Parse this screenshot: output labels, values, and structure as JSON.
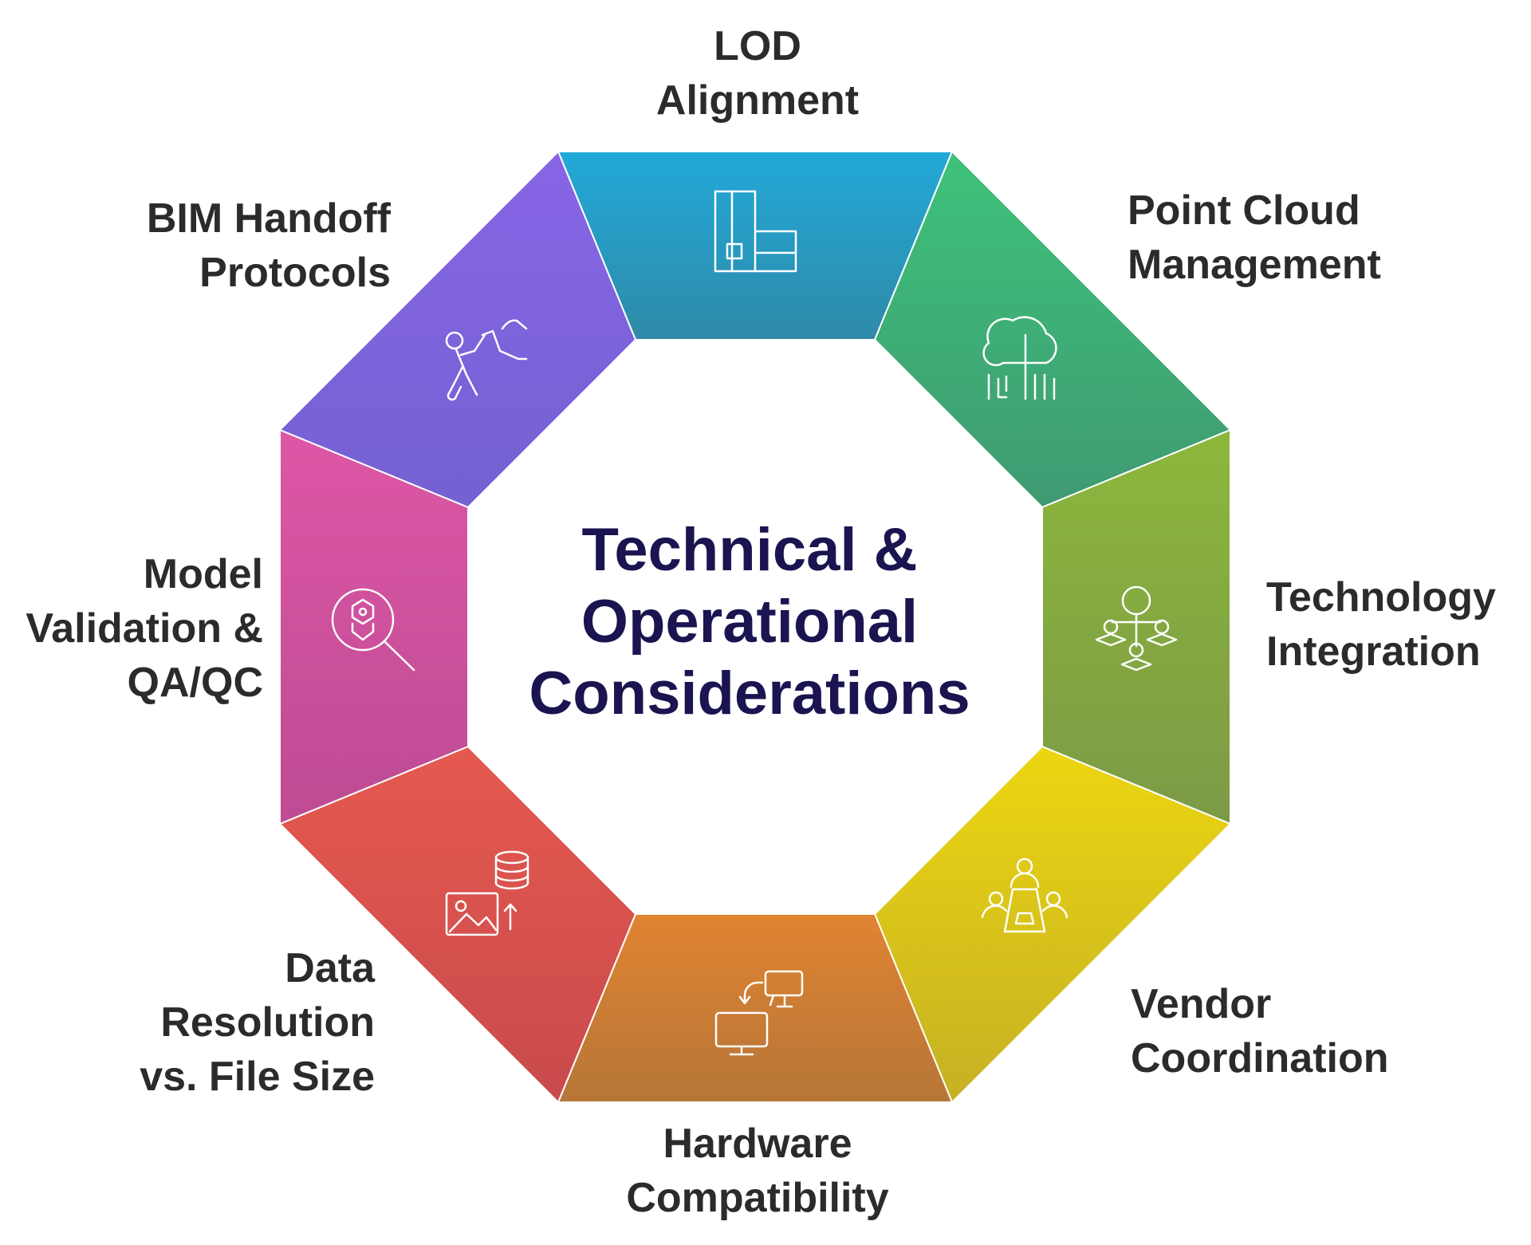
{
  "title_lines": [
    "Technical &",
    "Operational",
    "Considerations"
  ],
  "segments": [
    {
      "id": "lod",
      "lines": [
        "LOD",
        "Alignment"
      ],
      "color_top": "#22a9d8",
      "color_bottom": "#2f8aa8",
      "icon": "floor-plan-icon"
    },
    {
      "id": "point-cloud",
      "lines": [
        "Point Cloud",
        "Management"
      ],
      "color_top": "#3ec27a",
      "color_bottom": "#3f9a72",
      "icon": "cloud-network-icon"
    },
    {
      "id": "technology",
      "lines": [
        "Technology",
        "Integration"
      ],
      "color_top": "#8db73c",
      "color_bottom": "#7c9a46",
      "icon": "network-nodes-icon"
    },
    {
      "id": "vendor",
      "lines": [
        "Vendor",
        "Coordination"
      ],
      "color_top": "#ecd611",
      "color_bottom": "#c5b124",
      "icon": "meeting-table-icon"
    },
    {
      "id": "hardware",
      "lines": [
        "Hardware",
        "Compatibility"
      ],
      "color_top": "#e08431",
      "color_bottom": "#b67638",
      "icon": "monitor-transfer-icon"
    },
    {
      "id": "data-resolution",
      "lines": [
        "Data",
        "Resolution",
        "vs. File Size"
      ],
      "color_top": "#e5594f",
      "color_bottom": "#c94a4c",
      "icon": "image-database-icon"
    },
    {
      "id": "model-validation",
      "lines": [
        "Model",
        "Validation &",
        "QA/QC"
      ],
      "color_top": "#de57a6",
      "color_bottom": "#bd4b93",
      "icon": "magnifier-inspect-icon"
    },
    {
      "id": "bim-handoff",
      "lines": [
        "BIM Handoff",
        "Protocols"
      ],
      "color_top": "#8765e6",
      "color_bottom": "#7461d2",
      "icon": "handoff-person-icon"
    }
  ]
}
